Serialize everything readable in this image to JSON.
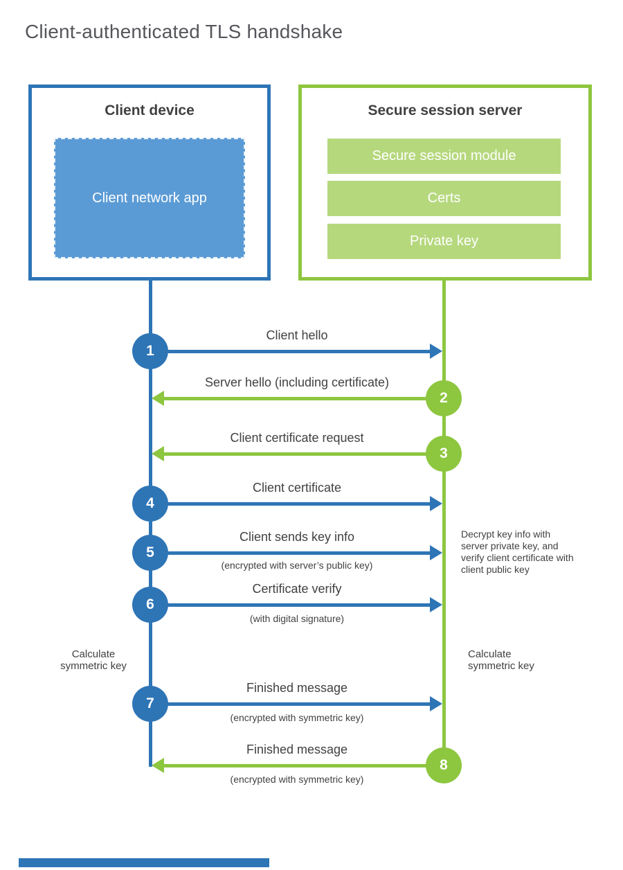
{
  "title": "Client-authenticated TLS handshake",
  "colors": {
    "blue": "#2e75b6",
    "blue_fill": "#5b9bd5",
    "green": "#8dc63f",
    "green_fill": "#b5d87d",
    "text_dark": "#414042",
    "title_gray": "#55565b"
  },
  "client_box": {
    "title": "Client device",
    "app_label": "Client network app"
  },
  "server_box": {
    "title": "Secure session server",
    "modules": [
      "Secure session module",
      "Certs",
      "Private key"
    ]
  },
  "steps": [
    {
      "num": "1",
      "actor": "client",
      "direction": "right",
      "label": "Client hello",
      "sublabel": ""
    },
    {
      "num": "2",
      "actor": "server",
      "direction": "left",
      "label": "Server hello (including certificate)",
      "sublabel": ""
    },
    {
      "num": "3",
      "actor": "server",
      "direction": "left",
      "label": "Client certificate request",
      "sublabel": ""
    },
    {
      "num": "4",
      "actor": "client",
      "direction": "right",
      "label": "Client certificate",
      "sublabel": ""
    },
    {
      "num": "5",
      "actor": "client",
      "direction": "right",
      "label": "Client sends key info",
      "sublabel": "(encrypted with server’s public key)"
    },
    {
      "num": "6",
      "actor": "client",
      "direction": "right",
      "label": "Certificate verify",
      "sublabel": "(with digital signature)"
    },
    {
      "num": "7",
      "actor": "client",
      "direction": "right",
      "label": "Finished message",
      "sublabel": "(encrypted with symmetric key)"
    },
    {
      "num": "8",
      "actor": "server",
      "direction": "left",
      "label": "Finished message",
      "sublabel": "(encrypted with symmetric key)"
    }
  ],
  "notes": {
    "decrypt_note": "Decrypt key info with server private key, and verify client certificate with client public key",
    "calc_left": "Calculate symmetric key",
    "calc_right": "Calculate symmetric key"
  }
}
